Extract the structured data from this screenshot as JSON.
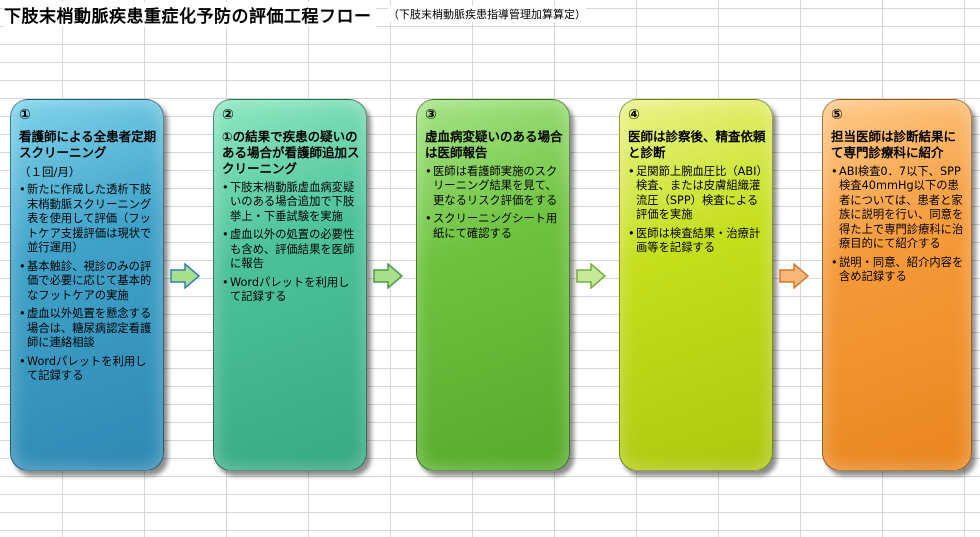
{
  "title": "下肢末梢動脈疾患重症化予防の評価工程フロー",
  "subtitle": "（下肢末梢動脈疾患指導管理加算算定）",
  "colors": {
    "step1": "#3fa2c9",
    "step2": "#4cc29a",
    "step3": "#6dc23e",
    "step4": "#c5df1c",
    "step5": "#f59a3a",
    "arrow_fill": "#a9e08c",
    "arrow_stroke": "#2f7fb5"
  },
  "steps": [
    {
      "num": "①",
      "head": "看護師による全患者定期スクリーニング",
      "sub": "（１回/月）",
      "bullets": [
        "新たに作成した透析下肢末梢動脈スクリーニング表を使用して評価（フットケア支援評価は現状で並行運用）",
        "基本触診、視診のみの評価で必要に応じて基本的なフットケアの実施",
        "虚血以外処置を懸念する場合は、糖尿病認定看護師に連絡相談",
        "Wordパレットを利用して記録する"
      ]
    },
    {
      "num": "②",
      "head": "①の結果で疾患の疑いのある場合が看護師追加スクリーニング",
      "sub": "",
      "bullets": [
        "下肢末梢動脈虚血病変疑いのある場合追加で下肢挙上・下垂試験を実施",
        "虚血以外の処置の必要性も含め、評価結果を医師に報告",
        "Wordパレットを利用して記録する"
      ]
    },
    {
      "num": "③",
      "head": "虚血病変疑いのある場合は医師報告",
      "sub": "",
      "bullets": [
        "医師は看護師実施のスクリーニング結果を見て、更なるリスク評価をする",
        "スクリーニングシート用紙にて確認する"
      ]
    },
    {
      "num": "④",
      "head": "医師は診察後、精査依頼と診断",
      "sub": "",
      "bullets": [
        "足関節上腕血圧比（ABI）検査、または皮膚組織灌流圧（SPP）検査による評価を実施",
        "医師は検査結果・治療計画等を記録する"
      ]
    },
    {
      "num": "⑤",
      "head": "担当医師は診断結果にて専門診療科に紹介",
      "sub": "",
      "bullets": [
        "ABI検査0．7以下、SPP検査40mmHg以下の患者については、患者と家族に説明を行い、同意を得た上で専門診療科に治療目的にて紹介する",
        "説明・同意、紹介内容を含め記録する"
      ]
    }
  ]
}
